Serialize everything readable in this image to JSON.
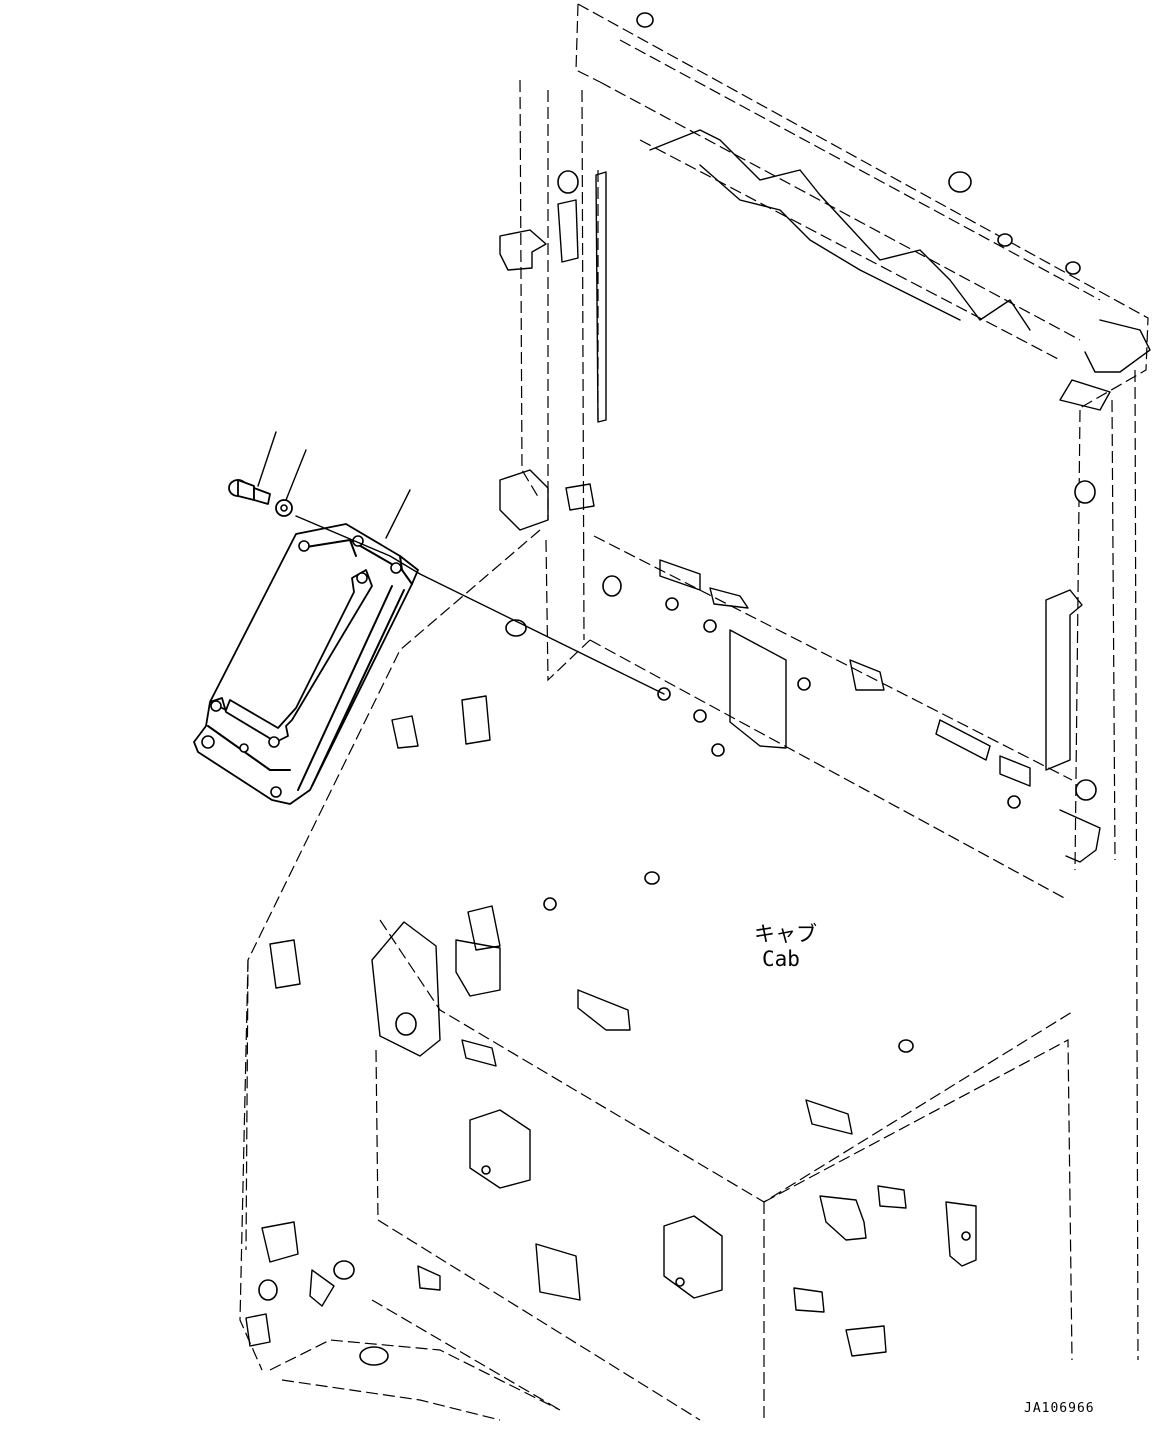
{
  "drawing": {
    "cab_label_jp": "キャブ",
    "cab_label_en": "Cab",
    "drawing_code": "JA106966"
  }
}
